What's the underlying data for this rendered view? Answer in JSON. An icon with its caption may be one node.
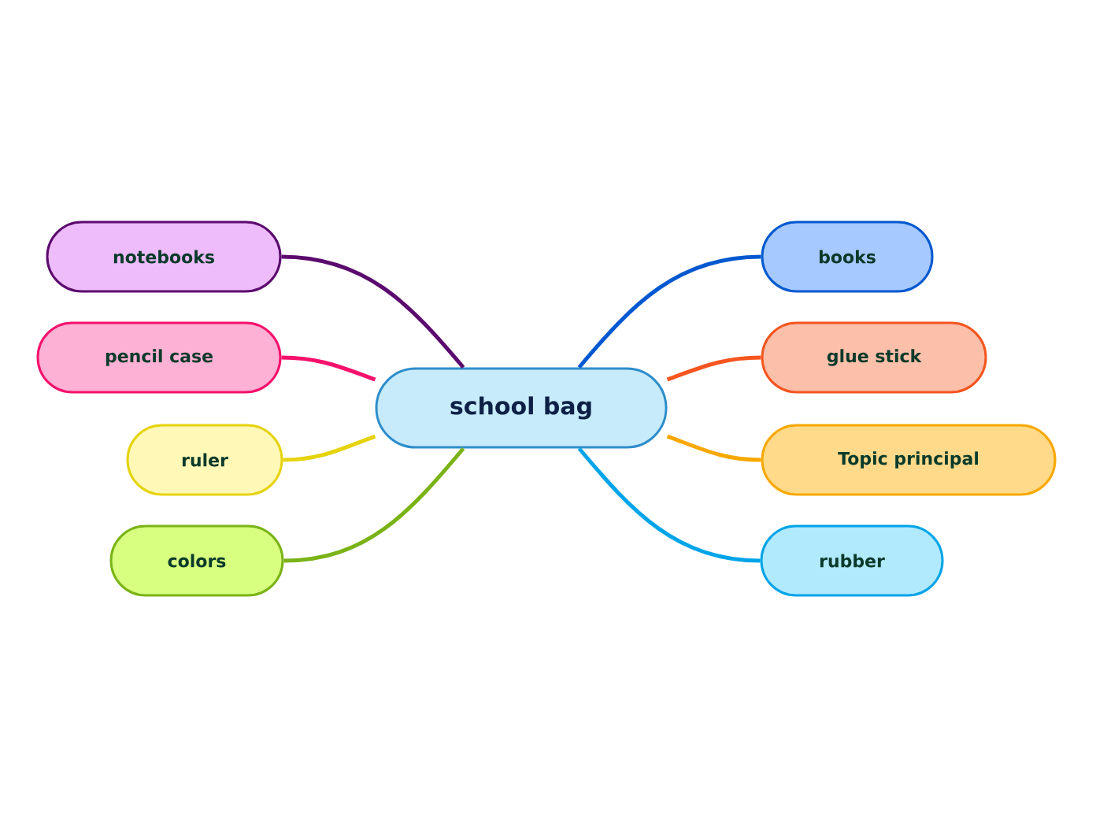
{
  "diagram": {
    "nodes": [
      {
        "text": [
          "school bag"
        ]
      },
      {
        "text": [
          "notebooks"
        ]
      },
      {
        "text": [
          "pencil case"
        ]
      },
      {
        "text": [
          "ruler"
        ]
      },
      {
        "text": [
          "colors"
        ]
      },
      {
        "text": [
          "books"
        ]
      },
      {
        "text": [
          "glue stick"
        ]
      },
      {
        "text": [
          "Topic principal"
        ]
      },
      {
        "text": [
          "rubber"
        ]
      }
    ],
    "edges": [
      {
        "from": 0,
        "to": 1,
        "arrow": "none",
        "color": "#5b0a6e"
      },
      {
        "from": 0,
        "to": 2,
        "arrow": "none",
        "color": "#f5116c"
      },
      {
        "from": 0,
        "to": 3,
        "arrow": "none",
        "color": "#e6d30d"
      },
      {
        "from": 0,
        "to": 4,
        "arrow": "none",
        "color": "#7ab317"
      },
      {
        "from": 0,
        "to": 5,
        "arrow": "none",
        "color": "#0058d0"
      },
      {
        "from": 0,
        "to": 6,
        "arrow": "none",
        "color": "#f5551f"
      },
      {
        "from": 0,
        "to": 7,
        "arrow": "none",
        "color": "#f7a800"
      },
      {
        "from": 0,
        "to": 8,
        "arrow": "none",
        "color": "#00a4e8"
      }
    ]
  }
}
